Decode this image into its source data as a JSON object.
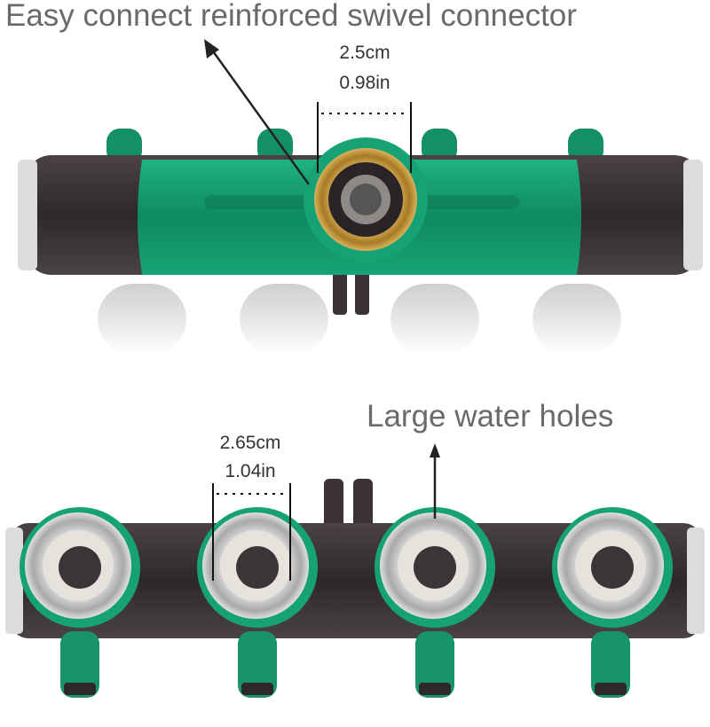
{
  "top_section": {
    "caption": "Easy connect reinforced swivel connector",
    "dimension_cm": "2.5cm",
    "dimension_in": "0.98in"
  },
  "bottom_section": {
    "caption": "Large water holes",
    "dimension_cm": "2.65cm",
    "dimension_in": "1.04in"
  },
  "colors": {
    "caption_text": "#6a6a6a",
    "body_dark": "#3a3236",
    "accent_green": "#13a070",
    "brass": "#c89a3a",
    "chrome": "#c8c8c8"
  }
}
